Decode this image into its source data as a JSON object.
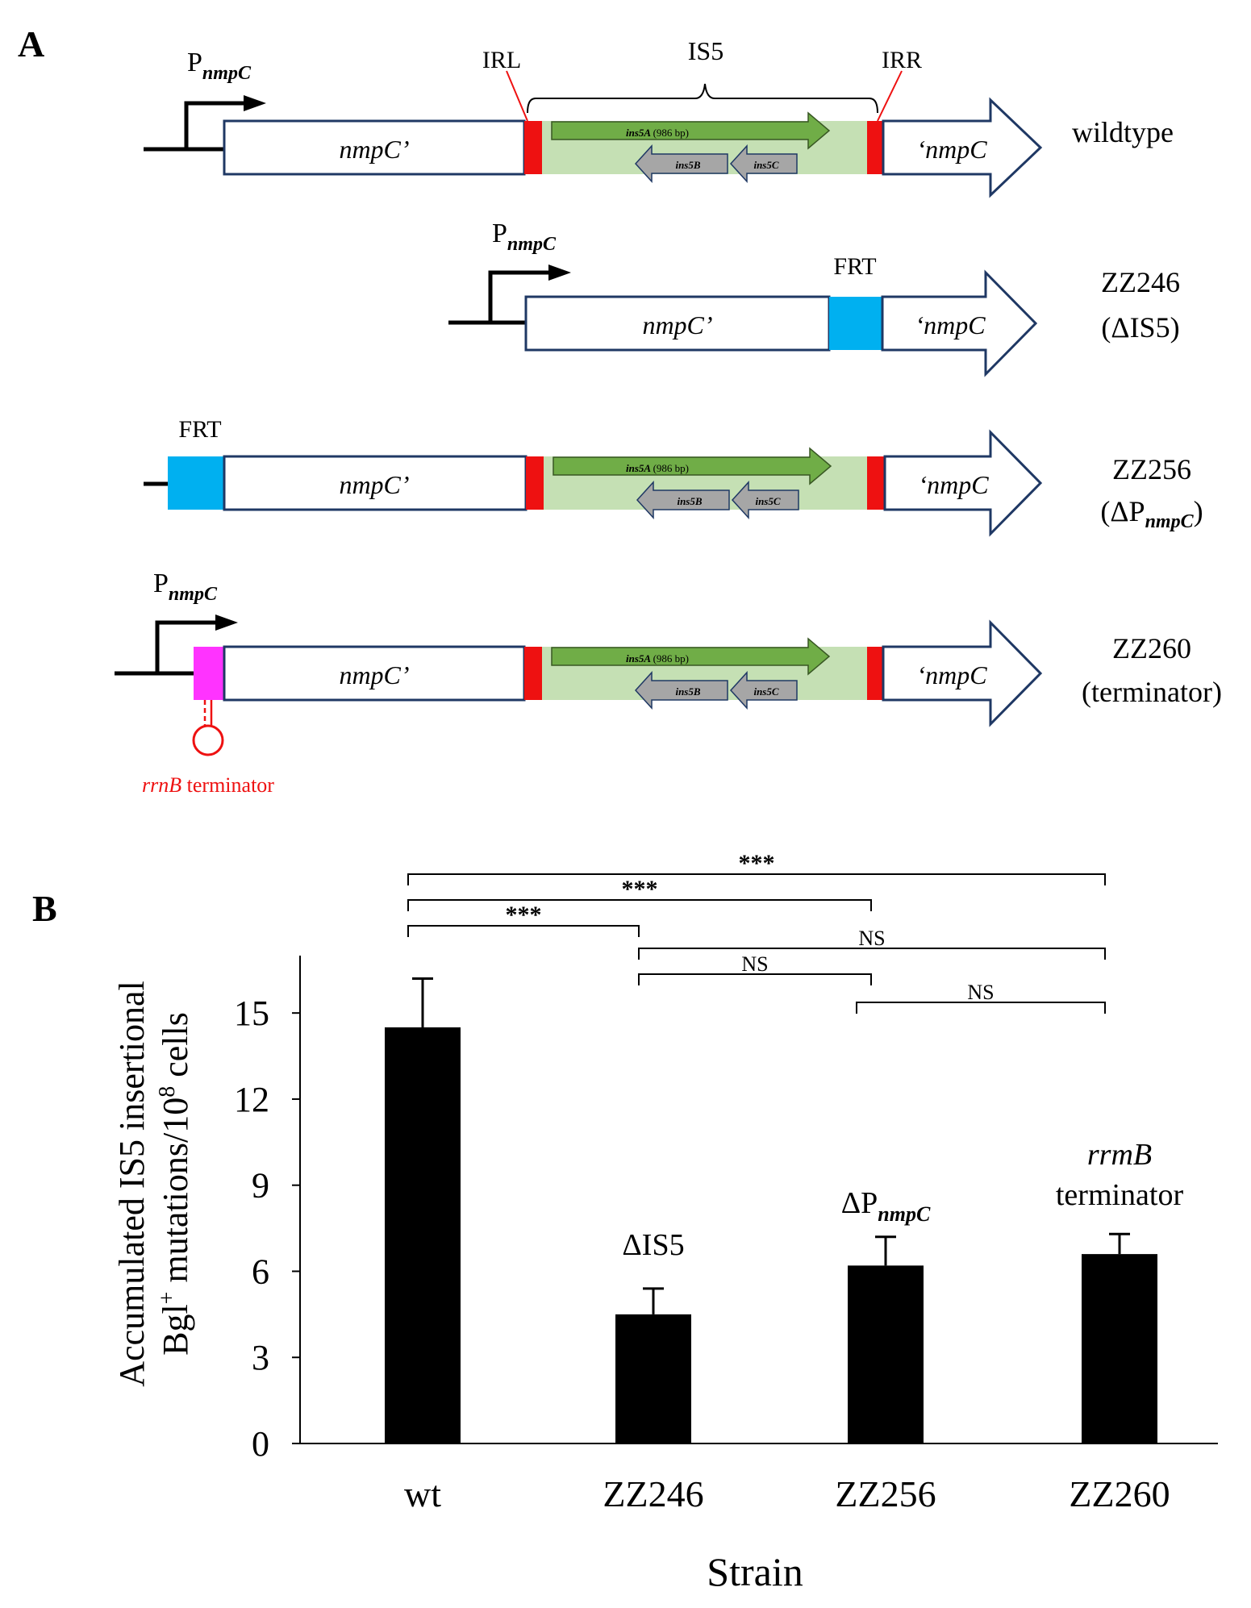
{
  "panel_a": {
    "label": "A",
    "promoter": {
      "p": "P",
      "sub": "nmpC"
    },
    "irl": "IRL",
    "irr": "IRR",
    "is5": "IS5",
    "frt": "FRT",
    "gene_left": "nmpC’",
    "gene_right": "‘nmpC",
    "ins5a": "ins5A",
    "ins5a_len": "(986 bp)",
    "ins5b": "ins5B",
    "ins5c": "ins5C",
    "terminator": {
      "gene": "rrnB",
      "word": " terminator"
    },
    "rows": [
      {
        "name": "wildtype",
        "note": ""
      },
      {
        "name": "ZZ246",
        "note_delta": "Δ",
        "note": "IS5"
      },
      {
        "name": "ZZ256",
        "note_delta": "Δ",
        "note": "P",
        "note_sub": "nmpC"
      },
      {
        "name": "ZZ260",
        "note": "(terminator)"
      }
    ],
    "colors": {
      "irr_red": "#ee1111",
      "is5_bg": "#c5e0b4",
      "ins5a": "#70ad47",
      "ins5bc": "#a6a6a6",
      "frt": "#00b0f0",
      "term_box": "#ff33ff",
      "outline": "#1f3864"
    }
  },
  "panel_b": {
    "label": "B"
  },
  "chart_data": {
    "type": "bar",
    "categories": [
      "wt",
      "ZZ246",
      "ZZ256",
      "ZZ260"
    ],
    "values": [
      14.5,
      4.5,
      6.2,
      6.6
    ],
    "errors": [
      1.7,
      0.9,
      1.0,
      0.7
    ],
    "bar_color": "#000000",
    "ylabel_line1": "Accumulated IS5 insertional",
    "ylabel_line2": {
      "a": "Bgl",
      "sup1": "+",
      "b": " mutations/10",
      "sup2": "8",
      "c": " cells"
    },
    "xlabel": "Strain",
    "ylim": [
      0,
      17
    ],
    "yticks": [
      0,
      3,
      6,
      9,
      12,
      15
    ],
    "bar_labels": [
      {
        "text": ""
      },
      {
        "delta": "Δ",
        "text": "IS5"
      },
      {
        "delta": "Δ",
        "text": "P",
        "sub": "nmpC"
      },
      {
        "line1": "rrmB",
        "line2": "terminator"
      }
    ],
    "significance": [
      {
        "from": 0,
        "to": 1,
        "label": "***"
      },
      {
        "from": 0,
        "to": 2,
        "label": "***"
      },
      {
        "from": 0,
        "to": 3,
        "label": "***"
      },
      {
        "from": 1,
        "to": 3,
        "label": "NS"
      },
      {
        "from": 1,
        "to": 2,
        "label": "NS"
      },
      {
        "from": 2,
        "to": 3,
        "label": "NS"
      }
    ]
  }
}
